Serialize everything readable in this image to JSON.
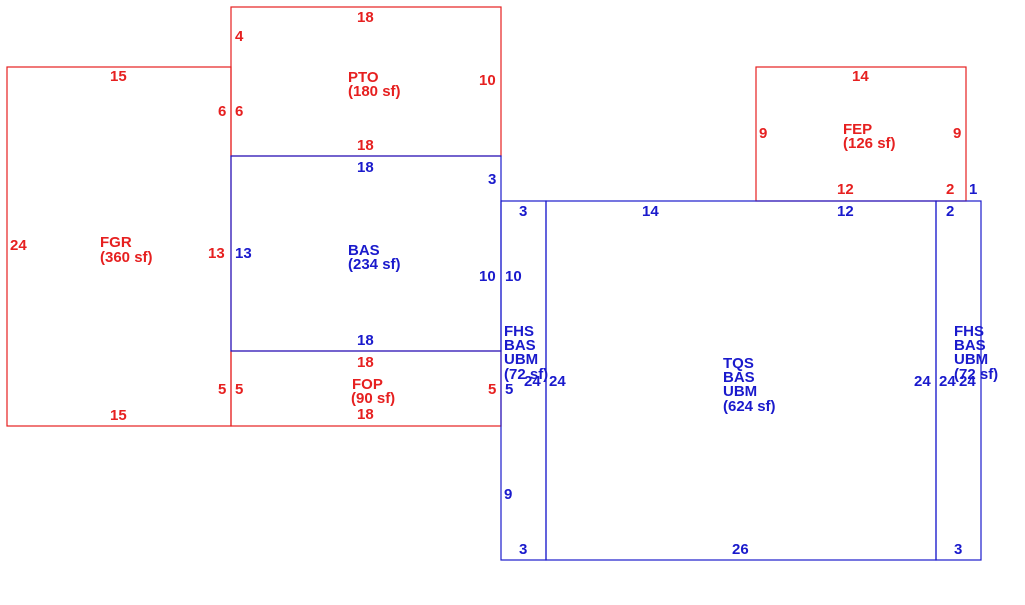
{
  "colors": {
    "red": "#e62020",
    "blue": "#1a1acc"
  },
  "areas": {
    "fgr": {
      "code": "FGR",
      "area": "(360 sf)"
    },
    "pto": {
      "code": "PTO",
      "area": "(180 sf)"
    },
    "bas": {
      "code": "BAS",
      "area": "(234 sf)"
    },
    "fop": {
      "code": "FOP",
      "area": "(90 sf)"
    },
    "fep": {
      "code": "FEP",
      "area": "(126 sf)"
    },
    "fhs_left": {
      "lines": [
        "FHS",
        "BAS",
        "UBM"
      ],
      "area": "(72 sf)"
    },
    "tqs": {
      "lines": [
        "TQS",
        "BAS",
        "UBM"
      ],
      "area": "(624 sf)"
    },
    "fhs_right": {
      "lines": [
        "FHS",
        "BAS",
        "UBM"
      ],
      "area": "(72 sf)"
    }
  },
  "dimensions": {
    "fgr_top": "15",
    "fgr_left": "24",
    "fgr_right": "13",
    "fgr_bottom": "15",
    "fgr_right_upper": "6",
    "fgr_right_lower": "5",
    "pto_top": "18",
    "pto_left_upper": "4",
    "pto_left_lower": "6",
    "pto_right": "10",
    "pto_bottom": "18",
    "bas_top": "18",
    "bas_left": "13",
    "bas_right": "10",
    "bas_right_upper": "3",
    "bas_bottom": "18",
    "fop_top": "18",
    "fop_left": "5",
    "fop_right": "5",
    "fop_bottom": "18",
    "fep_top": "14",
    "fep_left": "9",
    "fep_right": "9",
    "fep_bottom": "12",
    "fep_bottom_right": "2",
    "fep_side_right": "1",
    "fhsl_top": "3",
    "fhsl_left_upper": "10",
    "fhsl_left_mid": "5",
    "fhsl_left_lower": "9",
    "fhsl_right": "24",
    "fhsl_bottom": "3",
    "tqs_top_left": "14",
    "tqs_top_right": "12",
    "tqs_left": "24",
    "tqs_right": "24",
    "tqs_bottom": "26",
    "fhsr_top": "2",
    "fhsr_left": "24",
    "fhsr_right": "24",
    "fhsr_bottom": "3"
  }
}
